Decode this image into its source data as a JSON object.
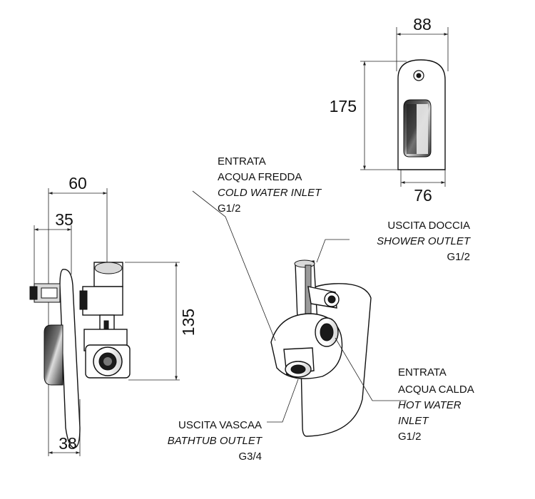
{
  "dimensions": {
    "plate_width": "88",
    "plate_height": "175",
    "plate_bottom_width": "76",
    "body_depth_total": "60",
    "body_depth_partial": "35",
    "body_height": "135",
    "plate_offset": "38"
  },
  "labels": {
    "cold_inlet": {
      "line1": "ENTRATA",
      "line2": "ACQUA FREDDA",
      "line3": "COLD WATER INLET",
      "line4": "G1/2"
    },
    "shower_outlet": {
      "line1": "USCITA DOCCIA",
      "line2": "SHOWER OUTLET",
      "line3": "G1/2"
    },
    "hot_inlet": {
      "line1": "ENTRATA",
      "line2": "ACQUA CALDA",
      "line3": "HOT WATER",
      "line4": "INLET",
      "line5": "G1/2"
    },
    "bathtub_outlet": {
      "line1": "USCITA VASCAA",
      "line2": "BATHTUB OUTLET",
      "line3": "G3/4"
    }
  }
}
